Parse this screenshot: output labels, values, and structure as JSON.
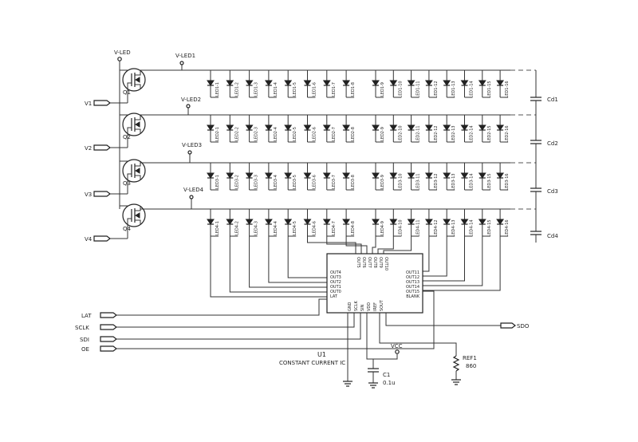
{
  "supplies": {
    "vled": "V-LED",
    "rails": [
      "V-LED1",
      "V-LED2",
      "V-LED3",
      "V-LED4"
    ],
    "vcc": "VCC"
  },
  "transistors": {
    "names": [
      "Q1",
      "Q2",
      "Q3",
      "Q4"
    ],
    "gate_inputs": [
      "V1",
      "V2",
      "V3",
      "V4"
    ]
  },
  "leds": {
    "row_prefixes": [
      "LED1-",
      "LED2-",
      "LED3-",
      "LED4-"
    ],
    "count_per_row": 16
  },
  "capacitors": {
    "row_caps": [
      "Cd1",
      "Cd2",
      "Cd3",
      "Cd4"
    ],
    "c1_name": "C1",
    "c1_value": "0.1u"
  },
  "ic": {
    "ref": "U1",
    "description": "CONSTANT CURRENT IC",
    "left_pins": [
      "OUT4",
      "OUT3",
      "OUT2",
      "OUT1",
      "OUT0",
      "LAT"
    ],
    "right_pins": [
      "OUT11",
      "OUT12",
      "OUT13",
      "OUT14",
      "OUT15",
      "BLANK"
    ],
    "top_pins": [
      "OUT5",
      "OUT6",
      "OUT7",
      "OUT8",
      "OUT9",
      "OUT10"
    ],
    "bottom_pins": [
      "GND",
      "SCLK",
      "SIN",
      "VDD",
      "IREF",
      "SOUT"
    ]
  },
  "signals": {
    "inputs": [
      "LAT",
      "SCLK",
      "SDI",
      "OE"
    ],
    "output": "SDO"
  },
  "resistor": {
    "name": "REF1",
    "value": "860"
  }
}
